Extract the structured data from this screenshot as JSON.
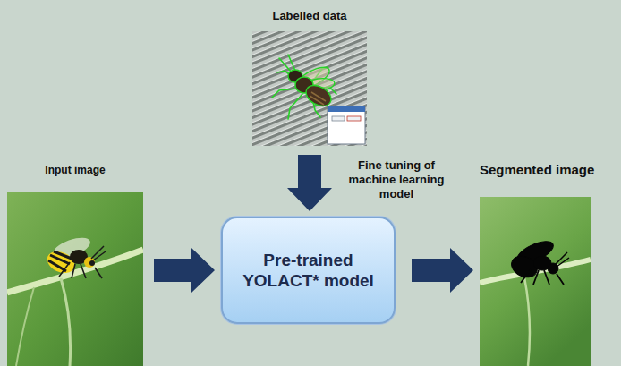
{
  "diagram": {
    "nodes": [
      {
        "text": [
          "Labelled data"
        ]
      },
      {
        "text": [
          "Input image"
        ]
      },
      {
        "text": [
          "Pre-trained YOLACT* model"
        ]
      },
      {
        "text": [
          "Segmented image"
        ]
      }
    ],
    "edges": [
      {
        "from": 0,
        "to": 2,
        "arrow": "to",
        "label": "Fine tuning of machine learning model"
      },
      {
        "from": 1,
        "to": 2,
        "arrow": "to"
      },
      {
        "from": 2,
        "to": 3,
        "arrow": "to"
      }
    ]
  }
}
